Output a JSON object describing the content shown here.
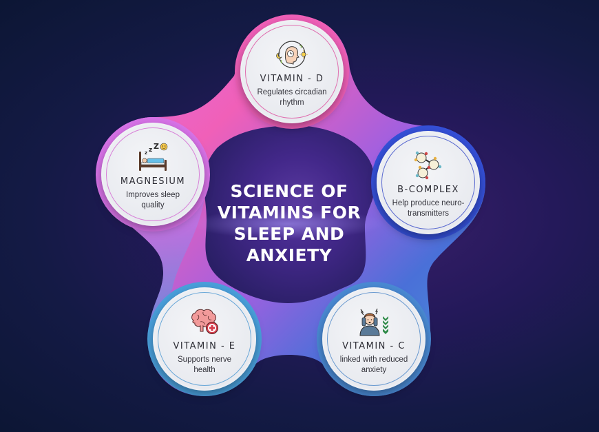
{
  "center": {
    "title_lines": [
      "SCIENCE OF",
      "VITAMINS FOR",
      "SLEEP AND",
      "ANXIETY"
    ]
  },
  "nodes": [
    {
      "id": "vitamin-d",
      "title": "VITAMIN - D",
      "desc_lines": [
        "Regulates circadian",
        "rhythm"
      ],
      "icon": "head-clock-day-night-icon",
      "ring_color": "#f060b8",
      "inner_ring_color": "#e070b0"
    },
    {
      "id": "magnesium",
      "title": "MAGNESIUM",
      "desc_lines": [
        "Improves sleep",
        "quality"
      ],
      "icon": "sleeping-bed-icon",
      "ring_color": "#d873e8",
      "inner_ring_color": "#d880d8"
    },
    {
      "id": "b-complex",
      "title": "B-COMPLEX",
      "desc_lines": [
        "Help produce neuro-",
        "transmitters"
      ],
      "icon": "molecule-icon",
      "ring_color": "#3550d8",
      "inner_ring_color": "#5a6ad0"
    },
    {
      "id": "vitamin-e",
      "title": "VITAMIN - E",
      "desc_lines": [
        "Supports nerve",
        "health"
      ],
      "icon": "brain-health-icon",
      "ring_color": "#4aa0dc",
      "inner_ring_color": "#6aa8d8"
    },
    {
      "id": "vitamin-c",
      "title": "VITAMIN - C",
      "desc_lines": [
        "linked with reduced",
        "anxiety"
      ],
      "icon": "stressed-person-down-arrow-icon",
      "ring_color": "#4a8ad4",
      "inner_ring_color": "#6a9ad0"
    }
  ],
  "colors": {
    "background": "#141a45",
    "pink": "#f060b8",
    "violet": "#c86ee8",
    "blue": "#3a52d6",
    "sky": "#4aa0dc",
    "center_fill": "#3a1f70"
  }
}
